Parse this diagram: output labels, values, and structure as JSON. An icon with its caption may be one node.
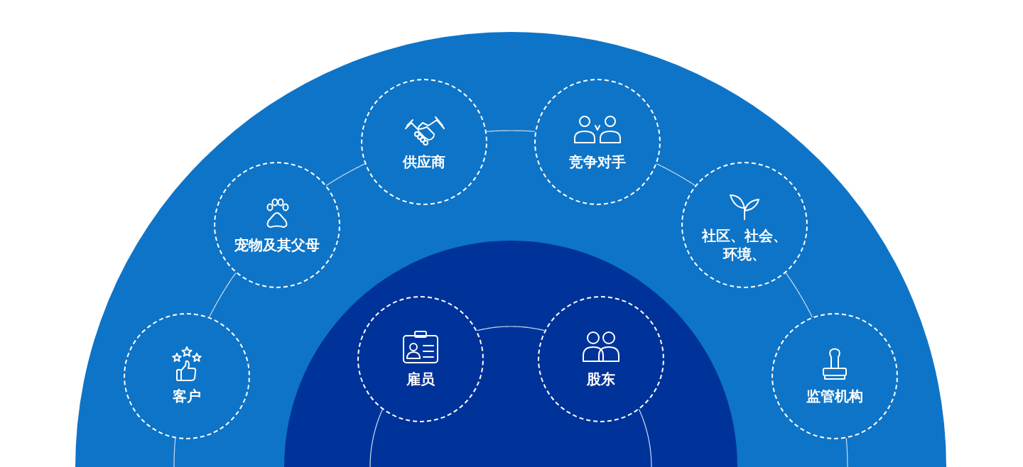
{
  "diagram": {
    "nodes": [
      {
        "text": [],
        "shape": "circle"
      },
      {
        "text": [],
        "shape": "circle",
        "in": 0
      },
      {
        "text": [
          "客户"
        ],
        "in": 0
      },
      {
        "text": [
          "宠物及其父母"
        ],
        "in": 0
      },
      {
        "text": [
          "供应商"
        ],
        "in": 0
      },
      {
        "text": [
          "竞争对手"
        ],
        "in": 0
      },
      {
        "text": [
          "社区、社会、环境、"
        ],
        "in": 0
      },
      {
        "text": [
          "监管机构"
        ],
        "in": 0
      },
      {
        "text": [
          "雇员"
        ],
        "in": 1
      },
      {
        "text": [
          "股东"
        ],
        "in": 1
      }
    ],
    "edges": [
      {
        "from": 2,
        "to": null,
        "arrow": "none"
      },
      {
        "from": 2,
        "to": 3,
        "arrow": "none"
      },
      {
        "from": 3,
        "to": 4,
        "arrow": "none"
      },
      {
        "from": 4,
        "to": 5,
        "arrow": "none"
      },
      {
        "from": 5,
        "to": 6,
        "arrow": "none"
      },
      {
        "from": 6,
        "to": 7,
        "arrow": "none"
      },
      {
        "from": 7,
        "to": null,
        "arrow": "none"
      },
      {
        "from": 8,
        "to": null,
        "arrow": "none"
      },
      {
        "from": 8,
        "to": 9,
        "arrow": "none"
      },
      {
        "from": 9,
        "to": null,
        "arrow": "none"
      }
    ]
  }
}
